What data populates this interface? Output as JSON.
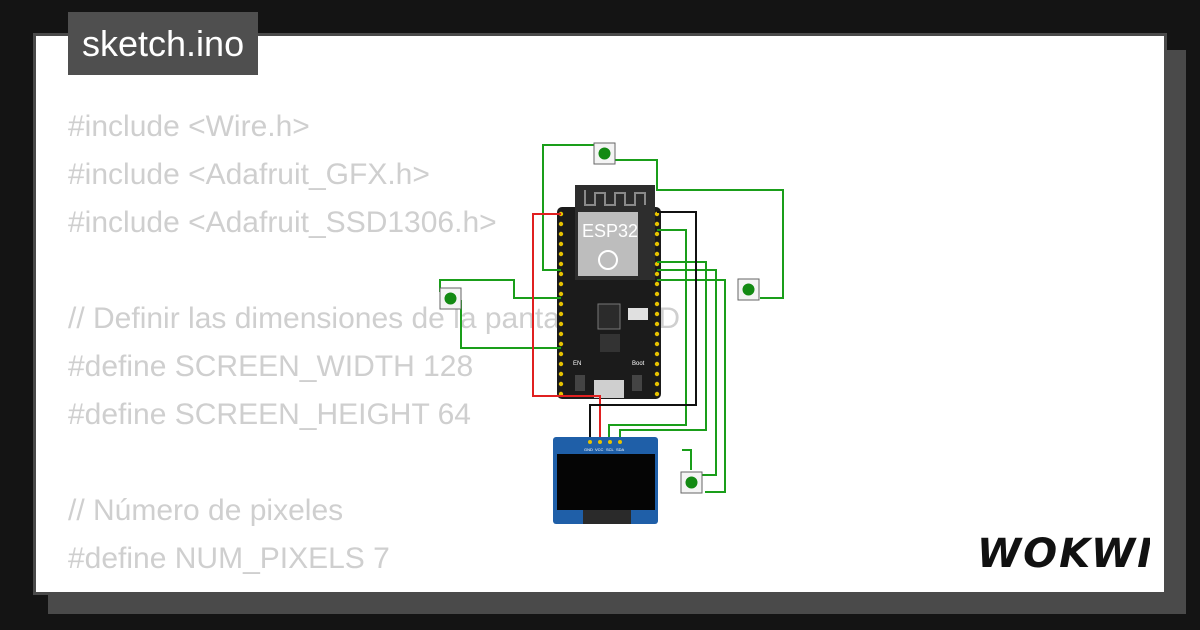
{
  "sketch": {
    "filename": "sketch.ino",
    "code_lines": [
      "#include <Wire.h>",
      "#include <Adafruit_GFX.h>",
      "#include <Adafruit_SSD1306.h>",
      "",
      "// Definir las dimensiones de la pantalla OLED",
      "#define SCREEN_WIDTH 128",
      "#define SCREEN_HEIGHT 64",
      "",
      "// Número de pixeles",
      "#define NUM_PIXELS 7"
    ]
  },
  "board": {
    "chip_label": "ESP32",
    "en_label": "EN",
    "boot_label": "Boot"
  },
  "oled": {
    "pin_labels": [
      "GND",
      "VCC",
      "SCL",
      "SDA"
    ]
  },
  "brand": {
    "logo_text": "WOKWI"
  },
  "colors": {
    "background": "#141414",
    "card": "#ffffff",
    "badge": "#4f4f4f",
    "code_text": "#cfcfcf",
    "board": "#1b1b1b",
    "wire_green": "#1a9e1a",
    "wire_red": "#e02020",
    "wire_black": "#111111",
    "oled_pcb": "#1f5fa8",
    "button_cap": "#138a13"
  }
}
